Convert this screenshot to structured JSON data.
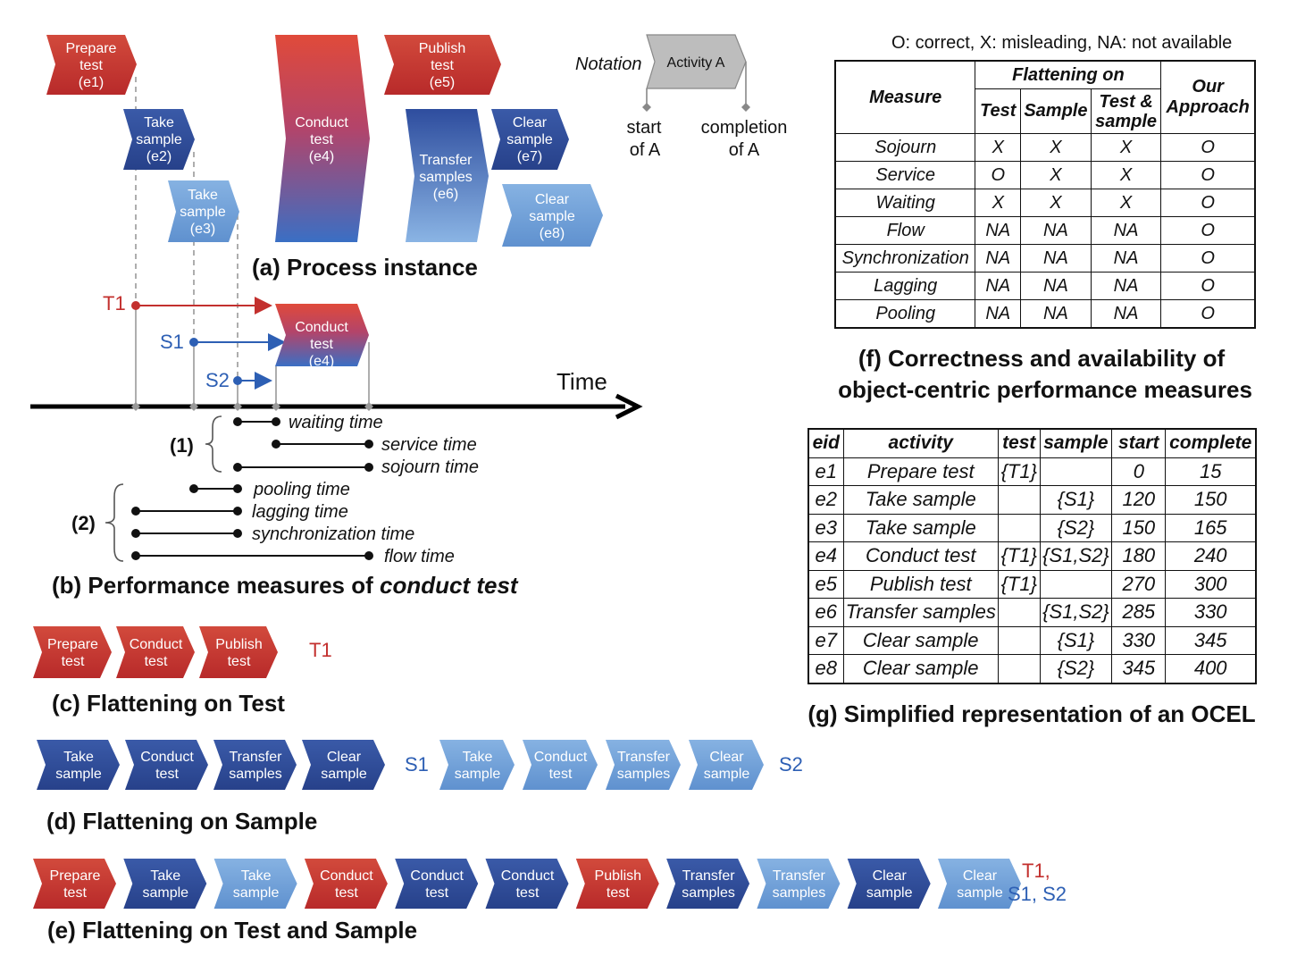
{
  "legend_note": "O: correct, X: misleading, NA: not available",
  "notation": {
    "label": "Notation",
    "activity": "Activity A",
    "start": "start\nof A",
    "completion": "completion\nof A"
  },
  "panels": {
    "a": "(a) Process instance",
    "b_prefix": "(b) Performance measures of ",
    "b_emph": "conduct test",
    "c": "(c) Flattening on Test",
    "d": "(d) Flattening on Sample",
    "e": "(e) Flattening on Test and Sample",
    "f_line1": "(f) Correctness and availability of",
    "f_line2": "object-centric performance measures",
    "g": "(g) Simplified representation of an OCEL"
  },
  "colors": {
    "test": "#c3302e",
    "sample_dark": "#2e4a94",
    "sample_light": "#6d9fd6",
    "axis": "#000000",
    "s_blue": "#2d5fb4"
  },
  "process_instance": {
    "events": [
      {
        "id": "e1",
        "lines": [
          "Prepare",
          "test",
          "(e1)"
        ],
        "kind": "test"
      },
      {
        "id": "e2",
        "lines": [
          "Take",
          "sample",
          "(e2)"
        ],
        "kind": "dark"
      },
      {
        "id": "e3",
        "lines": [
          "Take",
          "sample",
          "(e3)"
        ],
        "kind": "light"
      },
      {
        "id": "e4",
        "lines": [
          "Conduct",
          "test",
          "(e4)"
        ],
        "kind": "gradient"
      },
      {
        "id": "e5",
        "lines": [
          "Publish",
          "test",
          "(e5)"
        ],
        "kind": "test"
      },
      {
        "id": "e6",
        "lines": [
          "Transfer",
          "samples",
          "(e6)"
        ],
        "kind": "dark-light"
      },
      {
        "id": "e7",
        "lines": [
          "Clear",
          "sample",
          "(e7)"
        ],
        "kind": "dark"
      },
      {
        "id": "e8",
        "lines": [
          "Clear",
          "sample",
          "(e8)"
        ],
        "kind": "light"
      }
    ]
  },
  "timeline": {
    "time_label": "Time",
    "objects": [
      "T1",
      "S1",
      "S2"
    ],
    "activity": [
      "Conduct",
      "test",
      "(e4)"
    ],
    "group1": "(1)",
    "group2": "(2)",
    "measures": [
      "waiting time",
      "service time",
      "sojourn time",
      "pooling time",
      "lagging time",
      "synchronization time",
      "flow time"
    ]
  },
  "flattening": {
    "test": {
      "chevrons": [
        [
          "Prepare",
          "test",
          "test"
        ],
        [
          "Conduct",
          "test",
          "test"
        ],
        [
          "Publish",
          "test",
          "test"
        ]
      ],
      "tag": "T1"
    },
    "sample": {
      "s1": [
        [
          "Take",
          "sample",
          "dark"
        ],
        [
          "Conduct",
          "test",
          "dark"
        ],
        [
          "Transfer",
          "samples",
          "dark"
        ],
        [
          "Clear",
          "sample",
          "dark"
        ]
      ],
      "s1_tag": "S1",
      "s2": [
        [
          "Take",
          "sample",
          "light"
        ],
        [
          "Conduct",
          "test",
          "light"
        ],
        [
          "Transfer",
          "samples",
          "light"
        ],
        [
          "Clear",
          "sample",
          "light"
        ]
      ],
      "s2_tag": "S2"
    },
    "both": {
      "chevrons": [
        [
          "Prepare",
          "test",
          "test"
        ],
        [
          "Take",
          "sample",
          "dark"
        ],
        [
          "Take",
          "sample",
          "light"
        ],
        [
          "Conduct",
          "test",
          "test"
        ],
        [
          "Conduct",
          "test",
          "dark"
        ],
        [
          "Conduct",
          "test",
          "dark"
        ],
        [
          "Publish",
          "test",
          "test"
        ],
        [
          "Transfer",
          "samples",
          "dark"
        ],
        [
          "Transfer",
          "samples",
          "light"
        ],
        [
          "Clear",
          "sample",
          "dark"
        ],
        [
          "Clear",
          "sample",
          "light"
        ]
      ],
      "tag_line1": "T1,",
      "tag_line2": "S1, S2"
    }
  },
  "table_f": {
    "measure_header": "Measure",
    "flattening_header": "Flattening on",
    "sub_headers": [
      "Test",
      "Sample",
      "Test &\nsample"
    ],
    "approach_header": "Our\nApproach",
    "rows": [
      [
        "Sojourn",
        "X",
        "X",
        "X",
        "O"
      ],
      [
        "Service",
        "O",
        "X",
        "X",
        "O"
      ],
      [
        "Waiting",
        "X",
        "X",
        "X",
        "O"
      ],
      [
        "Flow",
        "NA",
        "NA",
        "NA",
        "O"
      ],
      [
        "Synchronization",
        "NA",
        "NA",
        "NA",
        "O"
      ],
      [
        "Lagging",
        "NA",
        "NA",
        "NA",
        "O"
      ],
      [
        "Pooling",
        "NA",
        "NA",
        "NA",
        "O"
      ]
    ]
  },
  "table_g": {
    "headers": [
      "eid",
      "activity",
      "test",
      "sample",
      "start",
      "complete"
    ],
    "rows": [
      [
        "e1",
        "Prepare test",
        "{T1}",
        "",
        "0",
        "15"
      ],
      [
        "e2",
        "Take sample",
        "",
        "{S1}",
        "120",
        "150"
      ],
      [
        "e3",
        "Take sample",
        "",
        "{S2}",
        "150",
        "165"
      ],
      [
        "e4",
        "Conduct test",
        "{T1}",
        "{S1,S2}",
        "180",
        "240"
      ],
      [
        "e5",
        "Publish test",
        "{T1}",
        "",
        "270",
        "300"
      ],
      [
        "e6",
        "Transfer samples",
        "",
        "{S1,S2}",
        "285",
        "330"
      ],
      [
        "e7",
        "Clear sample",
        "",
        "{S1}",
        "330",
        "345"
      ],
      [
        "e8",
        "Clear sample",
        "",
        "{S2}",
        "345",
        "400"
      ]
    ]
  }
}
